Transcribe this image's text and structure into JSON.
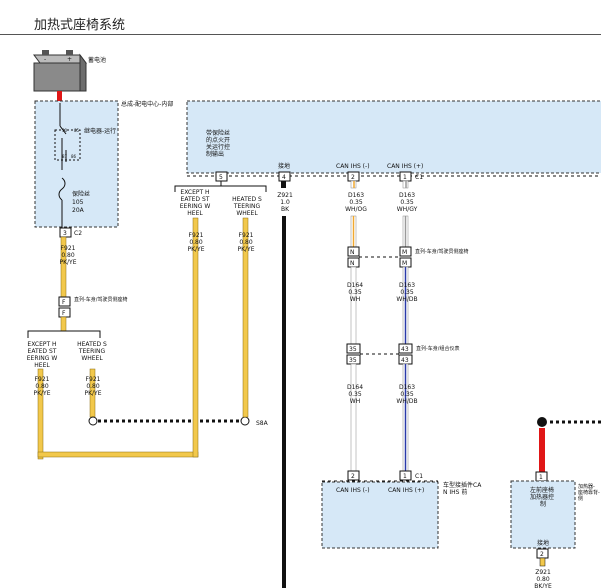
{
  "title": "加热式座椅系统",
  "battery": {
    "label": "蓄电池"
  },
  "pdc": {
    "label": "总成-配电中心-内部",
    "relay_label": "继电器-运行",
    "relay_pins": {
      "p30": "30",
      "p87": "87",
      "p86": "86",
      "p85": "85"
    },
    "fuse_label": "保险丝",
    "fuse_number": "105",
    "fuse_rating": "20A",
    "connector_pin": "3",
    "connector_id": "C2"
  },
  "left_wire": {
    "circuit": "F921",
    "gauge": "0.80",
    "color": "PK/YE"
  },
  "splice_left": {
    "pin": "F",
    "label": "直列-车身/驾驶员侧座椅"
  },
  "except_label": "EXCEPT HEATED STEERING WHEEL",
  "heated_label": "HEATED STEERING WHEEL",
  "splice_node": {
    "label": "S8A"
  },
  "module": {
    "label": "带保险丝的点火开关运行控制输出",
    "pin5": "5",
    "ground_label": "接地",
    "ground_pin": "4",
    "ground_circuit": "Z921",
    "ground_gauge": "1.0",
    "ground_color": "BK",
    "can_low_label": "CAN IHS (-)",
    "can_high_label": "CAN IHS (+)",
    "can_low_pin": "2",
    "can_high_pin": "1",
    "connector_id": "C1"
  },
  "can_low_wires": [
    {
      "circuit": "D163",
      "gauge": "0.35",
      "color": "WH/OG"
    },
    {
      "circuit": "D164",
      "gauge": "0.35",
      "color": "WH"
    },
    {
      "circuit": "D164",
      "gauge": "0.35",
      "color": "WH"
    }
  ],
  "can_high_wires": [
    {
      "circuit": "D163",
      "gauge": "0.35",
      "color": "WH/GY"
    },
    {
      "circuit": "D163",
      "gauge": "0.35",
      "color": "WH/DB"
    },
    {
      "circuit": "D163",
      "gauge": "0.35",
      "color": "WH/DB"
    }
  ],
  "inline_connectors": [
    {
      "left_pin": "N",
      "right_pin": "M",
      "label": "直列-车身/驾驶员侧座椅"
    },
    {
      "left_pin": "35",
      "right_pin": "43",
      "label": "直列-车身/组合仪表"
    }
  ],
  "bottom_module": {
    "label": "车型接插件CAN IHS 前",
    "can_low_label": "CAN IHS (-)",
    "can_high_label": "CAN IHS (+)",
    "can_low_pin": "2",
    "can_high_pin": "1",
    "connector_id": "C1"
  },
  "heater_module": {
    "label": "左前座椅加热器控制",
    "pin1": "1",
    "side_label": "加热器-座椅靠背-侧",
    "ground_label": "接地",
    "ground_pin": "2",
    "ground_circuit": "Z921",
    "ground_gauge": "0.80",
    "ground_color": "BK/YE"
  },
  "colors": {
    "module_fill": "#d6e8f7",
    "wire_pink_yellow": "#f2c84b",
    "wire_red": "#e01616",
    "wire_black": "#111111",
    "wire_blue": "#2a3aa8",
    "wire_orange": "#f0a830"
  }
}
